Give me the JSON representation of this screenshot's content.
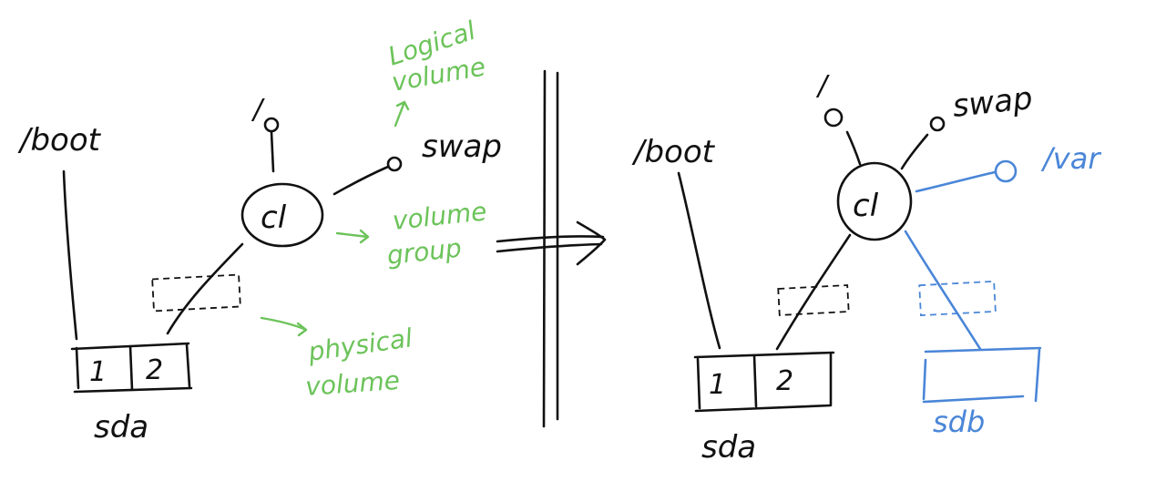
{
  "left_diagram": {
    "boot_label": "/boot",
    "root_label": "/",
    "swap_label": "swap",
    "vg_label": "cl",
    "partition_1": "1",
    "partition_2": "2",
    "disk_label": "sda",
    "annotations": {
      "logical_volume_line1": "Logical",
      "logical_volume_line2": "volume",
      "volume_group_line1": "volume",
      "volume_group_line2": "group",
      "physical_volume_line1": "physical",
      "physical_volume_line2": "volume"
    }
  },
  "right_diagram": {
    "boot_label": "/boot",
    "root_label": "/",
    "swap_label": "swap",
    "var_label": "/var",
    "vg_label": "cl",
    "partition_1": "1",
    "partition_2": "2",
    "disk_label": "sda",
    "new_disk_label": "sdb"
  },
  "colors": {
    "ink": "#111111",
    "annotation": "#6cc35a",
    "added": "#4a86d8"
  }
}
